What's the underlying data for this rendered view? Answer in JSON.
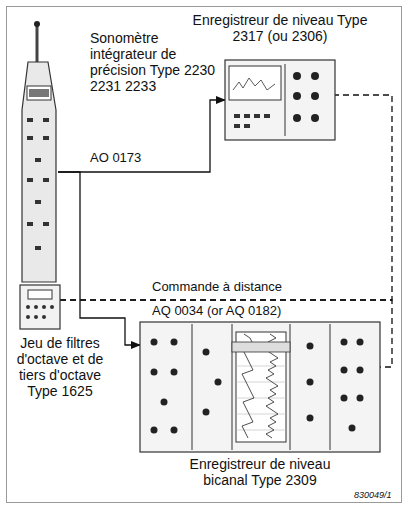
{
  "diagram": {
    "nodes": [
      {
        "text": [
          "Sonomètre intégrateur de précision Type 2230 2231 2233"
        ]
      },
      {
        "text": [
          "Jeu de filtres d'octave et de tiers d'octave Type 1625"
        ]
      },
      {
        "text": [
          "Enregistreur de niveau Type 2317 (ou 2306)"
        ]
      },
      {
        "text": [
          "Enregistreur de niveau bicanal Type 2309"
        ]
      }
    ],
    "edges": [
      {
        "from": 0,
        "to": 2,
        "arrow": "to",
        "label": "AO 0173"
      },
      {
        "from": 0,
        "to": 3,
        "arrow": "to"
      },
      {
        "from": 1,
        "to": 2,
        "arrow": "none"
      },
      {
        "from": 1,
        "to": 3,
        "arrow": "none"
      }
    ],
    "labels": [
      "Commande à distance",
      "AQ 0034 (or AQ 0182)",
      "830049/1"
    ]
  }
}
